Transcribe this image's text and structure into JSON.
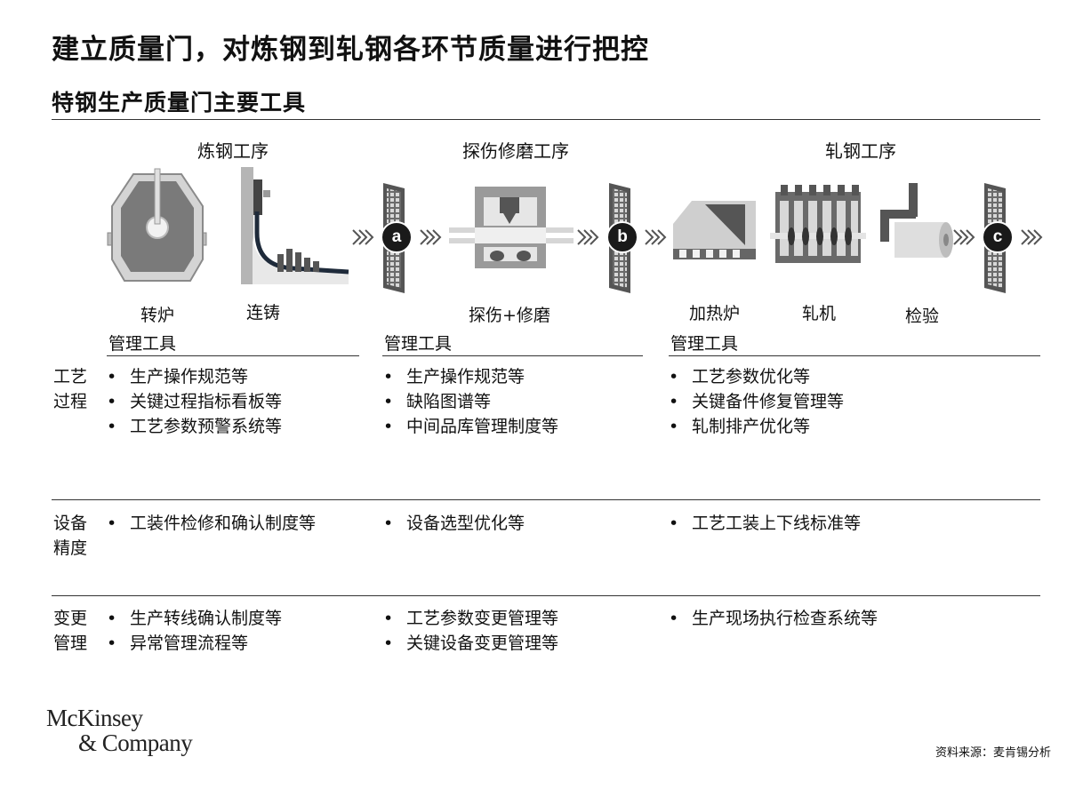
{
  "header": {
    "title": "建立质量门，对炼钢到轧钢各环节质量进行把控",
    "subtitle": "特钢生产质量门主要工具"
  },
  "stages": [
    {
      "label": "炼钢工序"
    },
    {
      "label": "探伤修磨工序"
    },
    {
      "label": "轧钢工序"
    }
  ],
  "equipment": {
    "converter": "转炉",
    "caster": "连铸",
    "inspect_grind": "探伤+修磨",
    "furnace": "加热炉",
    "mill": "轧机",
    "check": "检验"
  },
  "gates": [
    "a",
    "b",
    "c"
  ],
  "tool_header": "管理工具",
  "rows": [
    {
      "label": [
        "工艺",
        "过程"
      ],
      "cols": [
        [
          "生产操作规范等",
          "关键过程指标看板等",
          "工艺参数预警系统等"
        ],
        [
          "生产操作规范等",
          "缺陷图谱等",
          "中间品库管理制度等"
        ],
        [
          "工艺参数优化等",
          "关键备件修复管理等",
          "轧制排产优化等"
        ]
      ]
    },
    {
      "label": [
        "设备",
        "精度"
      ],
      "cols": [
        [
          "工装件检修和确认制度等"
        ],
        [
          "设备选型优化等"
        ],
        [
          "工艺工装上下线标准等"
        ]
      ]
    },
    {
      "label": [
        "变更",
        "管理"
      ],
      "cols": [
        [
          "生产转线确认制度等",
          "异常管理流程等"
        ],
        [
          "工艺参数变更管理等",
          "关键设备变更管理等"
        ],
        [
          "生产现场执行检查系统等"
        ]
      ]
    }
  ],
  "logo": [
    "McKinsey",
    "& Company"
  ],
  "source": "资料来源：麦肯锡分析",
  "colors": {
    "dark": "#111111",
    "mid": "#6e6e6e",
    "light": "#c8c8c8",
    "gate_fill": "#1a1a1a"
  }
}
